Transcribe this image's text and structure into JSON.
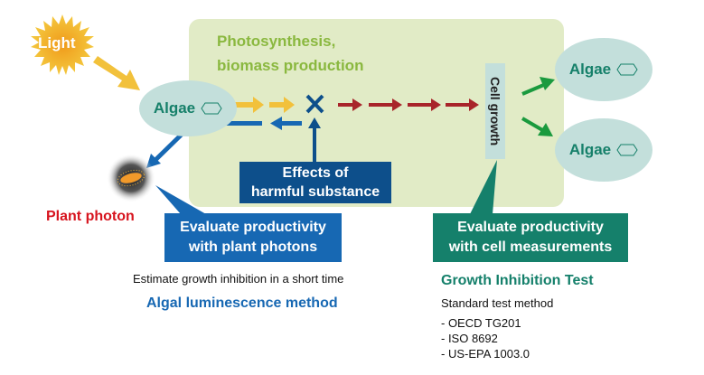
{
  "diagram": {
    "light_label": "Light",
    "process_title_line1": "Photosynthesis,",
    "process_title_line2": "biomass production",
    "algae_input_label": "Algae",
    "algae_output_labels": [
      "Algae",
      "Algae"
    ],
    "cell_growth_label": "Cell growth",
    "plant_photon_label": "Plant photon",
    "effects_box": {
      "line1": "Effects of",
      "line2": "harmful substance"
    },
    "eval_photon_box": {
      "line1": "Evaluate productivity",
      "line2": "with plant photons"
    },
    "eval_cell_box": {
      "line1": "Evaluate productivity",
      "line2": "with cell measurements"
    },
    "left_method": {
      "description": "Estimate growth inhibition in a short time",
      "name": "Algal luminescence method"
    },
    "right_method": {
      "name": "Growth Inhibition Test",
      "description": "Standard test method",
      "standards": [
        "- OECD TG201",
        "- ISO 8692",
        "- US-EPA 1003.0"
      ]
    },
    "colors": {
      "process_bg": "#e1ebc6",
      "algae_bg": "#c3dfdb",
      "photon_arrow": "#f2c13b",
      "growth_arrow": "#a8242a",
      "inhibition_blue": "#1768b3",
      "dark_blue": "#0d4f8b",
      "teal": "#15806b",
      "output_arrow": "#1a9a3e",
      "plant_photon_red": "#d7141e"
    }
  }
}
